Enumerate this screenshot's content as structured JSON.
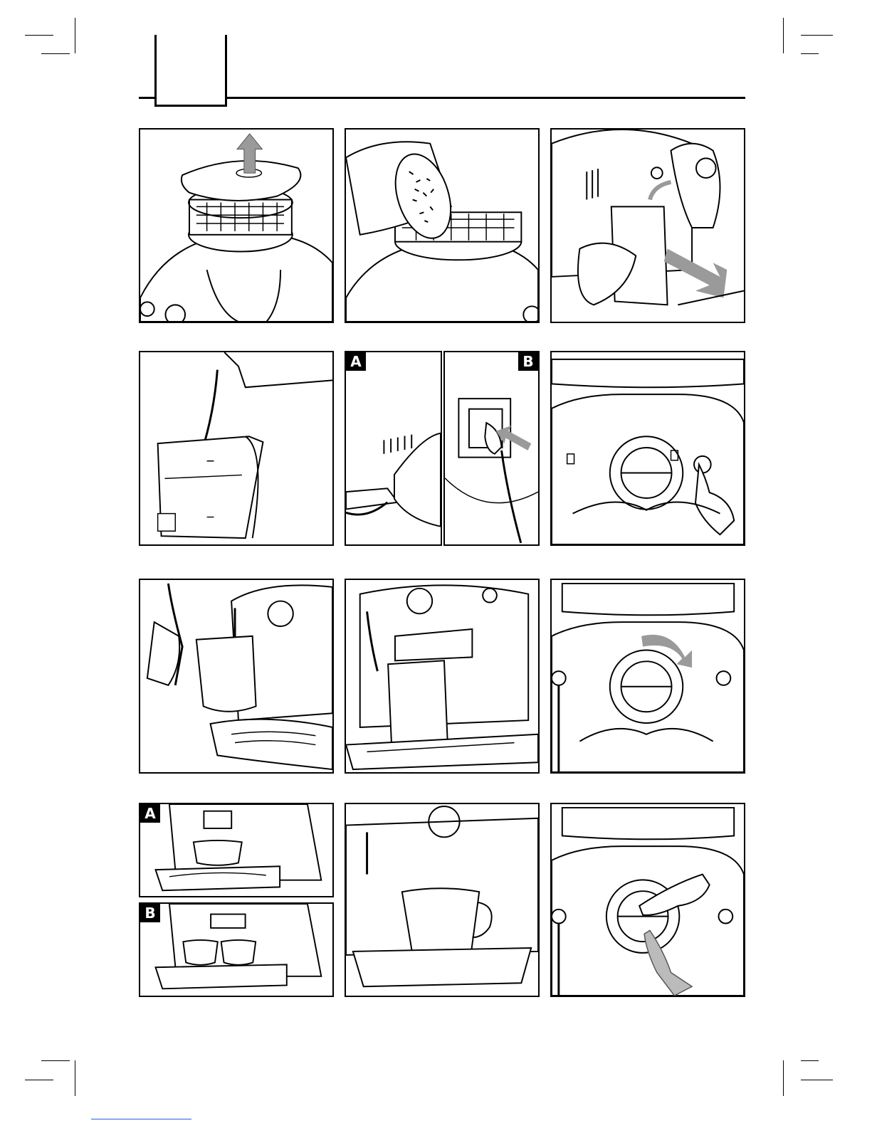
{
  "header": {
    "page_tab_text": ""
  },
  "badges": {
    "step5_a": "A",
    "step5_b": "B",
    "step10_a": "A",
    "step10_b": "B"
  },
  "colors": {
    "arrow_gray": "#9a9a9a",
    "ink": "#000000",
    "link_blue": "#2f5bd8"
  }
}
